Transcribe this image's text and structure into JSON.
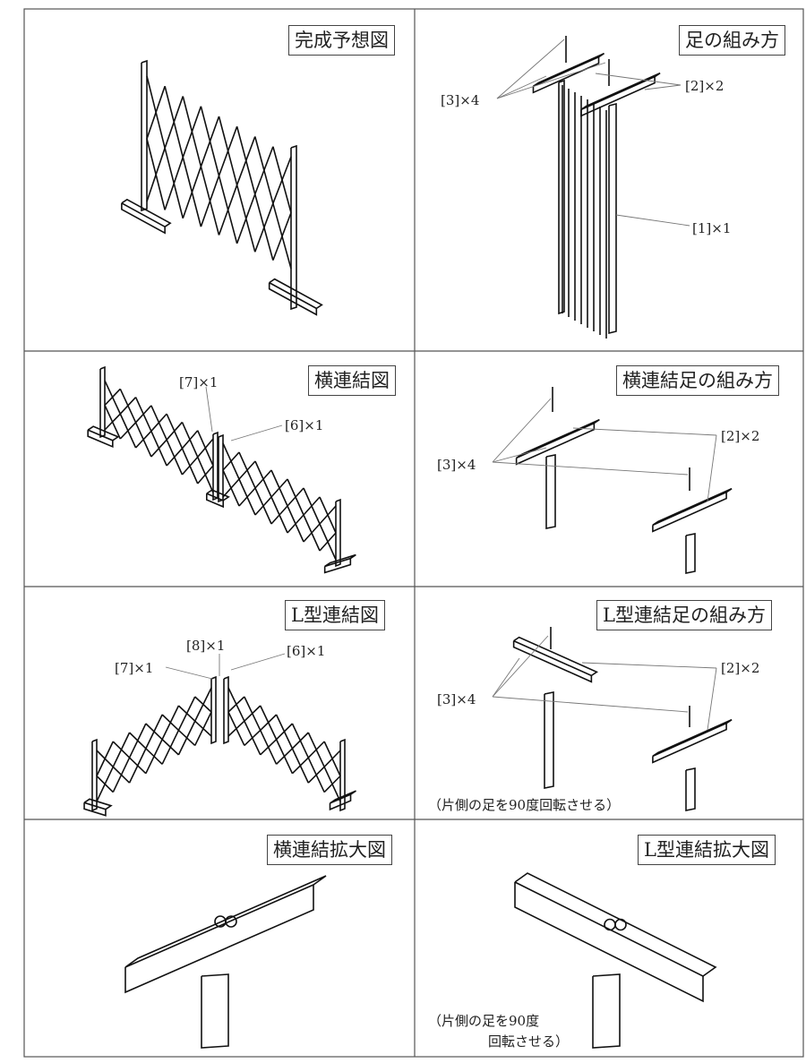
{
  "panels": [
    {
      "title": "完成予想図",
      "labels": []
    },
    {
      "title": "足の組み方",
      "labels": [
        "[3]×4",
        "[2]×2",
        "[1]×1"
      ]
    },
    {
      "title": "横連結図",
      "labels": [
        "[7]×1",
        "[6]×1"
      ]
    },
    {
      "title": "横連結足の組み方",
      "labels": [
        "[2]×2",
        "[3]×4"
      ]
    },
    {
      "title": "L型連結図",
      "labels": [
        "[8]×1",
        "[6]×1",
        "[7]×1"
      ]
    },
    {
      "title": "L型連結足の組み方",
      "labels": [
        "[2]×2",
        "[3]×4"
      ],
      "note": "（片側の足を90度回転させる）"
    },
    {
      "title": "横連結拡大図",
      "labels": []
    },
    {
      "title": "L型連結拡大図",
      "labels": [],
      "note_lines": [
        "（片側の足を90度",
        "回転させる）"
      ]
    }
  ]
}
